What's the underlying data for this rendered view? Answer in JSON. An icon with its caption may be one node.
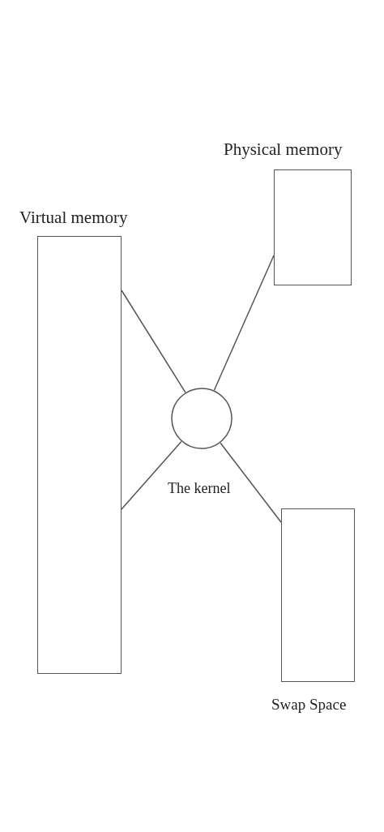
{
  "diagram": {
    "nodes": [
      {
        "text": [
          "Virtual memory"
        ]
      },
      {
        "text": [
          "Physical memory"
        ]
      },
      {
        "text": [
          "The kernel"
        ]
      },
      {
        "text": [
          "Swap Space"
        ]
      }
    ],
    "edges": [
      {
        "from": 2,
        "to": 0,
        "arrow": "none"
      },
      {
        "from": 2,
        "to": 0,
        "arrow": "none"
      },
      {
        "from": 2,
        "to": 1,
        "arrow": "none"
      },
      {
        "from": 2,
        "to": 3,
        "arrow": "none"
      }
    ]
  }
}
